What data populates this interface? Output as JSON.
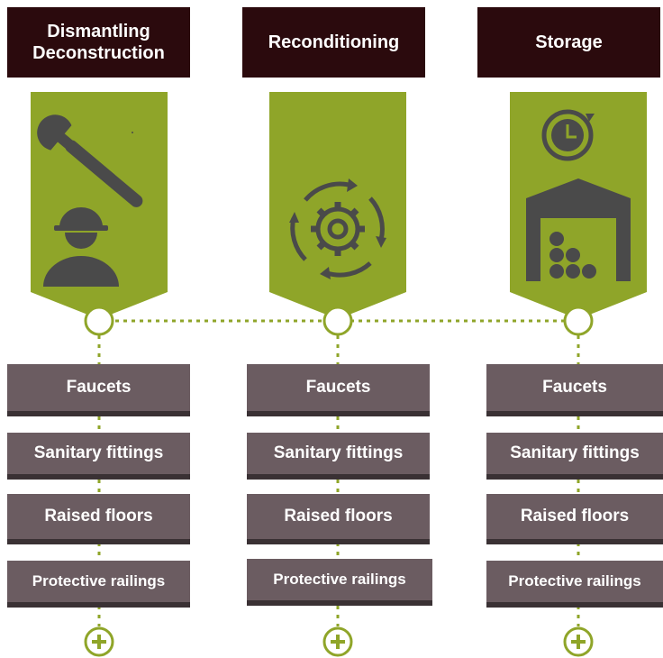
{
  "columns": [
    {
      "title_line1": "Dismantling",
      "title_line2": "Deconstruction",
      "icon": "worker-wrench-icon",
      "items": [
        "Faucets",
        "Sanitary fittings",
        "Raised floors",
        "Protective railings"
      ]
    },
    {
      "title_line1": "Reconditioning",
      "title_line2": "",
      "icon": "gear-cycle-icon",
      "items": [
        "Faucets",
        "Sanitary fittings",
        "Raised floors",
        "Protective railings"
      ]
    },
    {
      "title_line1": "Storage",
      "title_line2": "",
      "icon": "warehouse-clock-icon",
      "items": [
        "Faucets",
        "Sanitary fittings",
        "Raised floors",
        "Protective railings"
      ]
    }
  ],
  "colors": {
    "header_bg": "#2b0a0d",
    "banner_green": "#8fa529",
    "icon_gray": "#4a4a4a",
    "item_bg": "#6b5c61",
    "item_shadow": "#3a3134",
    "dotted_line": "#8fa529"
  }
}
